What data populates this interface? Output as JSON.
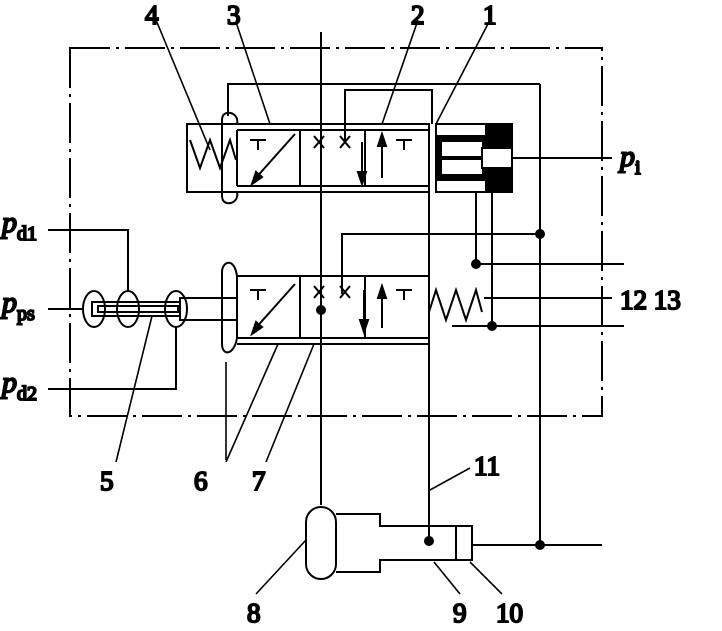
{
  "callouts": {
    "n1": "1",
    "n2": "2",
    "n3": "3",
    "n4": "4",
    "n5": "5",
    "n6": "6",
    "n7": "7",
    "n8": "8",
    "n9": "9",
    "n10": "10",
    "n11": "11",
    "n12_13": "12 13"
  },
  "ports": {
    "pi": {
      "symbol": "p",
      "sub": "i"
    },
    "pd1": {
      "symbol": "p",
      "sub": "d1"
    },
    "pps": {
      "symbol": "p",
      "sub": "ps"
    },
    "pd2": {
      "symbol": "p",
      "sub": "d2"
    }
  },
  "style": {
    "stroke": "#000000",
    "background": "#ffffff"
  }
}
